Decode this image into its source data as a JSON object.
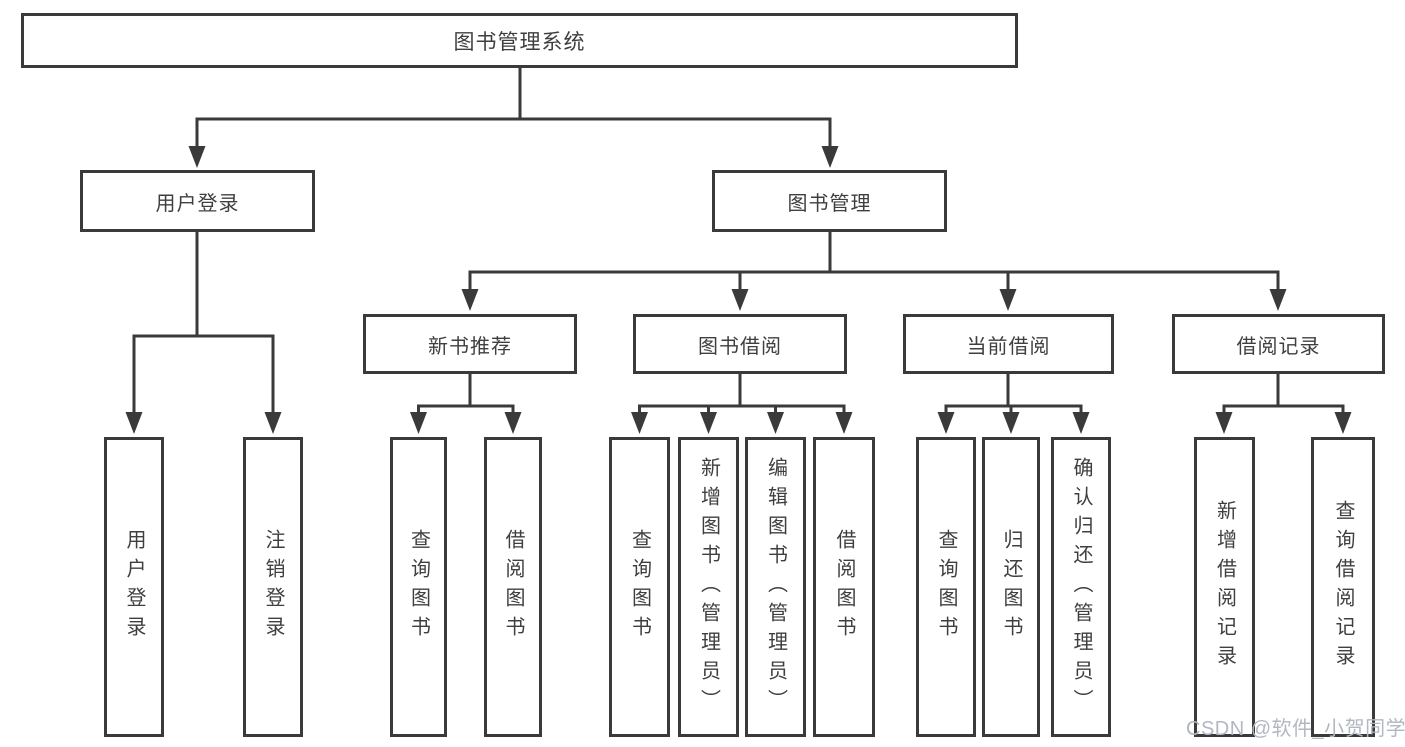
{
  "diagram": {
    "title": "图书管理系统",
    "root": {
      "label": "图书管理系统"
    },
    "level2": [
      {
        "id": "user-login",
        "label": "用户登录"
      },
      {
        "id": "book-management",
        "label": "图书管理"
      }
    ],
    "level3": [
      {
        "id": "new-book-recommend",
        "label": "新书推荐",
        "parent": "book-management"
      },
      {
        "id": "book-borrowing",
        "label": "图书借阅",
        "parent": "book-management"
      },
      {
        "id": "current-borrowing",
        "label": "当前借阅",
        "parent": "book-management"
      },
      {
        "id": "borrowing-records",
        "label": "借阅记录",
        "parent": "book-management"
      }
    ],
    "leaves": [
      {
        "id": "user-login-action",
        "label": "用户登录",
        "parent": "user-login"
      },
      {
        "id": "logout-action",
        "label": "注销登录",
        "parent": "user-login"
      },
      {
        "id": "query-books-recommend",
        "label": "查询图书",
        "parent": "new-book-recommend"
      },
      {
        "id": "borrow-books-recommend",
        "label": "借阅图书",
        "parent": "new-book-recommend"
      },
      {
        "id": "query-books-borrowing",
        "label": "查询图书",
        "parent": "book-borrowing"
      },
      {
        "id": "add-books-admin",
        "label": "新增图书（管理员）",
        "parent": "book-borrowing"
      },
      {
        "id": "edit-books-admin",
        "label": "编辑图书（管理员）",
        "parent": "book-borrowing"
      },
      {
        "id": "borrow-books-borrowing",
        "label": "借阅图书",
        "parent": "book-borrowing"
      },
      {
        "id": "query-books-current",
        "label": "查询图书",
        "parent": "current-borrowing"
      },
      {
        "id": "return-books",
        "label": "归还图书",
        "parent": "current-borrowing"
      },
      {
        "id": "confirm-return-admin",
        "label": "确认归还（管理员）",
        "parent": "current-borrowing"
      },
      {
        "id": "add-borrowing-record",
        "label": "新增借阅记录",
        "parent": "borrowing-records"
      },
      {
        "id": "query-borrowing-record",
        "label": "查询借阅记录",
        "parent": "borrowing-records"
      }
    ],
    "watermark": "CSDN @软件_小贺同学",
    "colors": {
      "line": "#3a3a3a",
      "text": "#3f3f3f",
      "background": "#ffffff",
      "watermark": "#b2b8c1"
    }
  }
}
